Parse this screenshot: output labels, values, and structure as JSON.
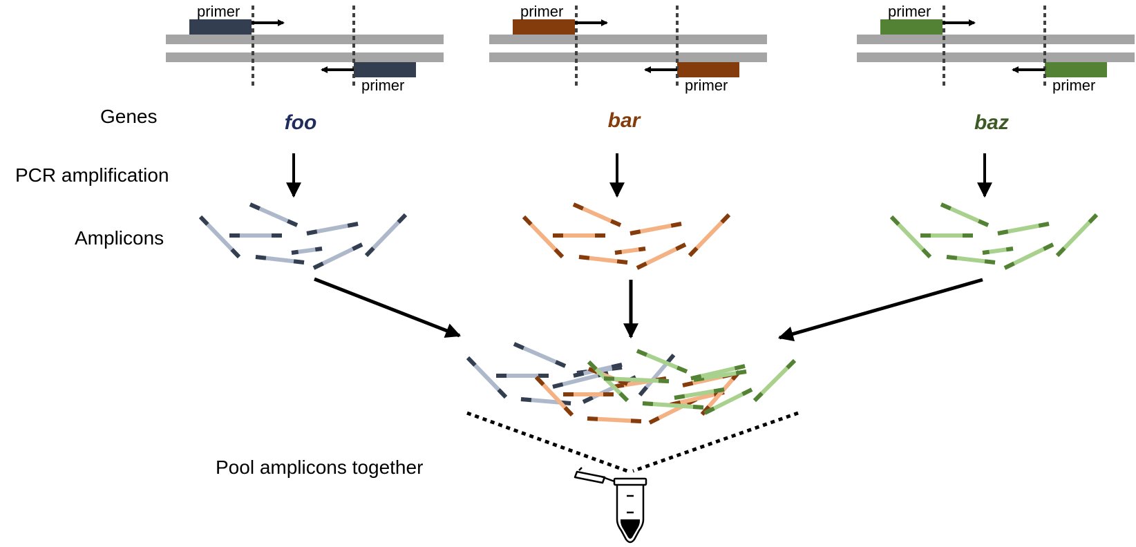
{
  "primer_label": "primer",
  "rows": {
    "genes": "Genes",
    "pcr": "PCR amplification",
    "amplicons": "Amplicons",
    "pool": "Pool amplicons together"
  },
  "genes": [
    {
      "name": "foo",
      "dark": "#333f50",
      "light": "#adb9ca",
      "text": "#1f2d5e"
    },
    {
      "name": "bar",
      "dark": "#843c0c",
      "light": "#f4b183",
      "text": "#843c0c"
    },
    {
      "name": "baz",
      "dark": "#548235",
      "light": "#a9d18e",
      "text": "#3d5a25"
    }
  ],
  "colors": {
    "strand": "#a5a5a5",
    "arrow": "#000000",
    "dotted": "#404040"
  },
  "icons": {
    "tube": "microcentrifuge-tube-icon"
  }
}
